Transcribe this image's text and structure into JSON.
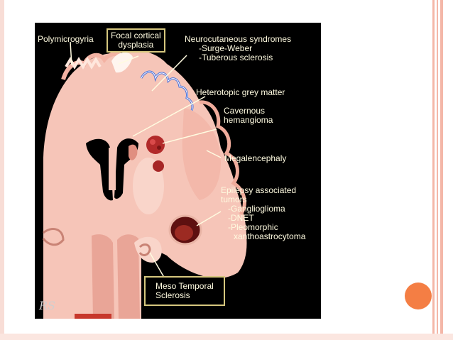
{
  "labels": {
    "polymicrogyria": "Polymicrogyria",
    "focal_cortical_dysplasia": [
      "Focal cortical",
      "dysplasia"
    ],
    "neurocutaneous": [
      "Neurocutaneous syndromes",
      "-Surge-Weber",
      "-Tuberous sclerosis"
    ],
    "heterotopic": "Heterotopic grey matter",
    "cavernous": [
      "Cavernous",
      "hemangioma"
    ],
    "megalencephaly": "Megalencephaly",
    "epilepsy_tumors": [
      "Epilepsy associated",
      "tumors",
      "-Ganglioglioma",
      "-DNET",
      "-Pleomorphic",
      "xanthoastrocytoma"
    ],
    "meso_temporal": [
      "Meso Temporal",
      "Sclerosis"
    ],
    "signature": "RS"
  },
  "colors": {
    "slide_circle": "#f47e44",
    "slide_stripes": "#f4b7a8",
    "label_text": "#fffbe0",
    "label_border": "#d6c77e",
    "brain_tissue": "#f6c5b8",
    "lesion": "#b22a2a"
  }
}
